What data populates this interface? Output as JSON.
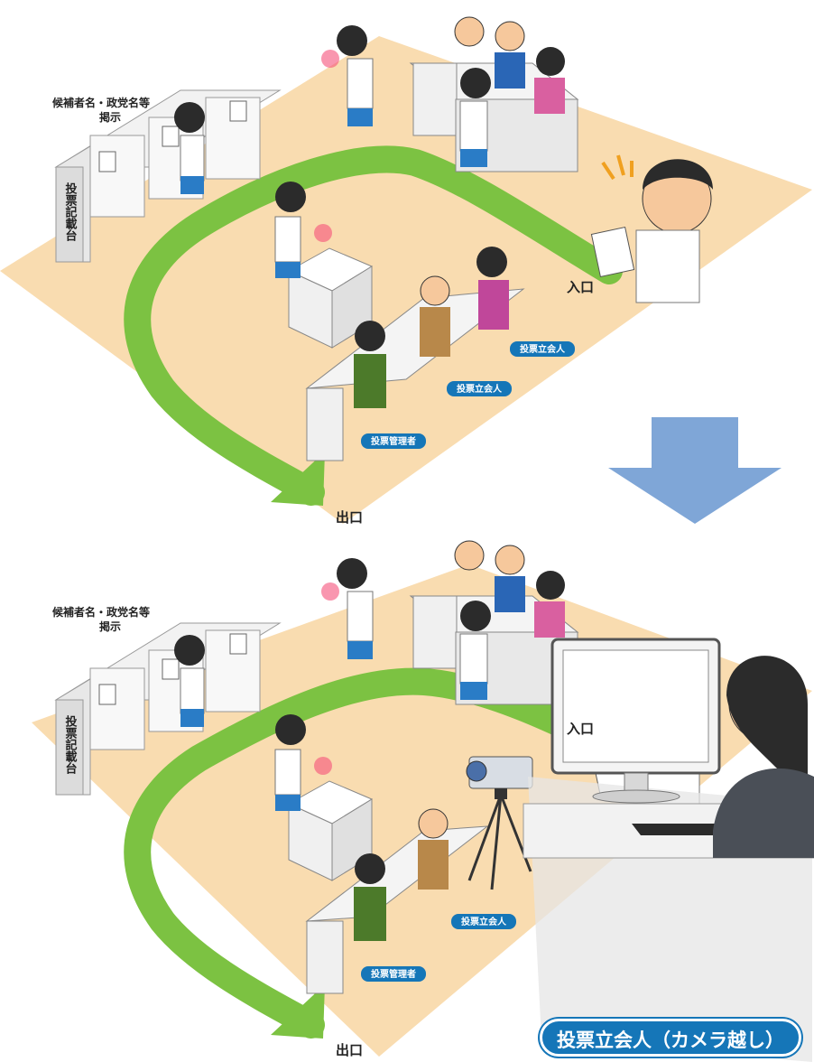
{
  "before": {
    "candidate_board_label_line1": "候補者名・政党名等",
    "candidate_board_label_line2": "掲示",
    "booth_label": "投票記載台",
    "entrance_label": "入口",
    "exit_label": "出口",
    "witness_tag_1": "投票立会人",
    "witness_tag_2": "投票立会人",
    "manager_tag": "投票管理者"
  },
  "after": {
    "candidate_board_label_line1": "候補者名・政党名等",
    "candidate_board_label_line2": "掲示",
    "booth_label": "投票記載台",
    "entrance_label": "入口",
    "exit_label": "出口",
    "witness_tag": "投票立会人",
    "manager_tag": "投票管理者",
    "remote_witness_caption": "投票立会人（カメラ越し）"
  },
  "colors": {
    "floor": "#f9dcb0",
    "path": "#7cc242",
    "arrow": "#7fa6d7",
    "tag": "#1576b8"
  }
}
